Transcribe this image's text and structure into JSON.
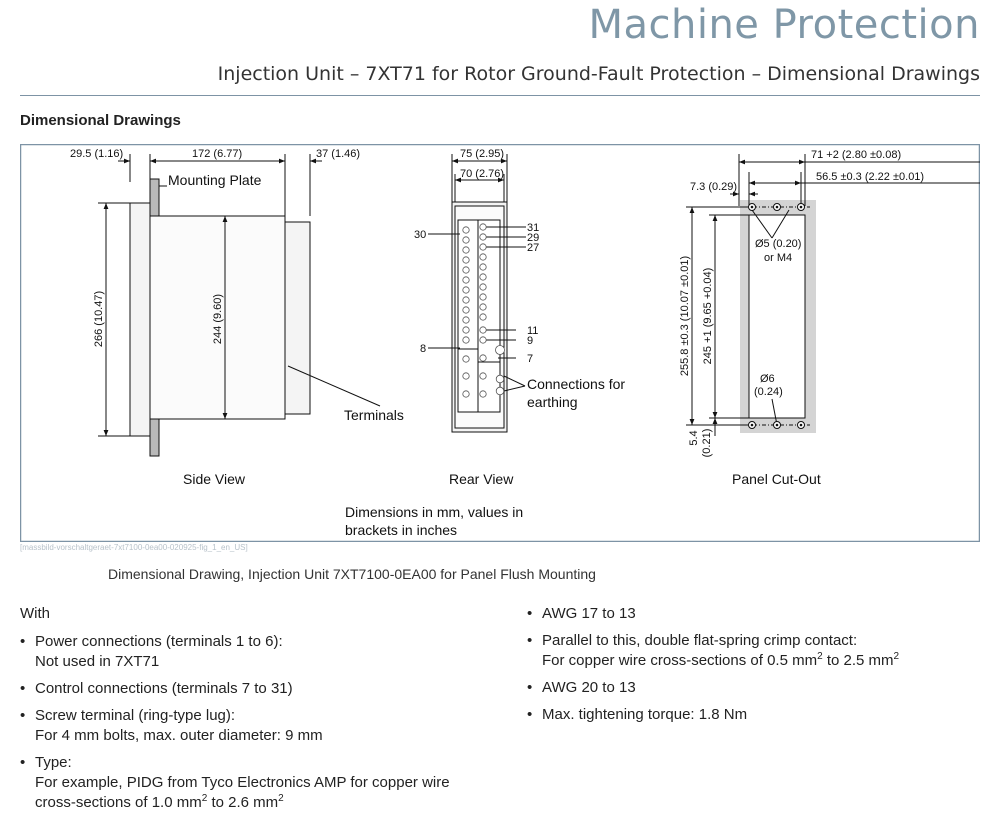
{
  "header": {
    "title": "Machine Protection",
    "subtitle": "Injection Unit – 7XT71 for Rotor Ground-Fault Protection – Dimensional Drawings"
  },
  "section_title": "Dimensional Drawings",
  "figure": {
    "side_view": {
      "dim_top_left": "29.5 (1.16)",
      "dim_top_mid": "172 (6.77)",
      "dim_top_right": "37 (1.46)",
      "dim_height_outer": "266 (10.47)",
      "dim_height_inner": "244 (9.60)",
      "mounting_plate": "Mounting Plate",
      "terminals": "Terminals",
      "label": "Side View"
    },
    "rear_view": {
      "dim_outer": "75 (2.95)",
      "dim_inner": "70 (2.76)",
      "t30": "30",
      "t31": "31",
      "t29": "29",
      "t27": "27",
      "t11": "11",
      "t9": "9",
      "t8": "8",
      "t7": "7",
      "earthing_line1": "Connections for",
      "earthing_line2": "earthing",
      "label": "Rear View"
    },
    "panel_cutout": {
      "dim_width": "71 +2 (2.80 ±0.08)",
      "dim_holes": "56.5 ±0.3 (2.22 ±0.01)",
      "dim_offset": "7.3 (0.29)",
      "hole_top_1": "Ø5 (0.20)",
      "hole_top_2": "or M4",
      "hole_bottom_1": "Ø6",
      "hole_bottom_2": "(0.24)",
      "dim_vertical_outer": "255.8 ±0.3 (10.07 ±0.01)",
      "dim_vertical_inner": "245 +1 (9.65 +0.04)",
      "dim_bottom_1": "5.4",
      "dim_bottom_2": "(0.21)",
      "label": "Panel Cut-Out"
    },
    "note_line1": "Dimensions in mm, values in",
    "note_line2": "brackets in inches"
  },
  "figure_ref": "[massbild-vorschaltgeraet-7xt7100-0ea00-020925-fig_1_en_US]",
  "caption": "Dimensional Drawing, Injection Unit 7XT7100-0EA00 for Panel Flush Mounting",
  "left_column": {
    "with_label": "With",
    "items": [
      {
        "line1": "Power connections (terminals 1 to 6):",
        "line2": "Not used in 7XT71"
      },
      {
        "line1": "Control connections (terminals 7 to 31)"
      },
      {
        "line1": "Screw terminal (ring-type lug):",
        "line2": "For 4 mm bolts, max. outer diameter: 9 mm"
      },
      {
        "line1": "Type:",
        "line2": "For example, PIDG from Tyco Electronics AMP for copper wire",
        "line3a": "cross-sections of 1.0 mm",
        "line3b": " to 2.6 mm"
      }
    ]
  },
  "right_column": {
    "items": [
      {
        "line1": "AWG 17 to 13"
      },
      {
        "line1": "Parallel to this, double flat-spring crimp contact:",
        "line2a": "For copper wire cross-sections of 0.5 mm",
        "line2b": " to 2.5 mm"
      },
      {
        "line1": "AWG 20 to 13"
      },
      {
        "line1": "Max. tightening torque: 1.8 Nm"
      }
    ]
  },
  "superscript": "2",
  "bullet": "•"
}
